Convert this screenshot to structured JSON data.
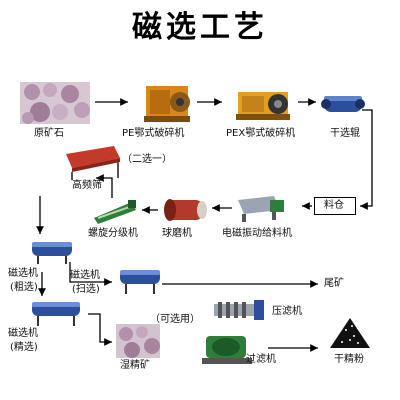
{
  "title": "磁选工艺",
  "nodes": {
    "raw_ore": "原矿石",
    "pe_crusher": "PE鄂式破碎机",
    "pex_crusher": "PEX鄂式破碎机",
    "dry_separator": "干选辊",
    "silo": "料仓",
    "feeder": "电磁振动给料机",
    "ball_mill": "球磨机",
    "spiral_classifier": "螺旋分级机",
    "screen_option": "（二选一）",
    "hf_screen": "高频筛",
    "mag_rough_1": "磁选机",
    "mag_rough_2": "(粗选)",
    "mag_scav_1": "磁选机",
    "mag_scav_2": "(扫选)",
    "tailings": "尾矿",
    "mag_fine_1": "磁选机",
    "mag_fine_2": "(精选)",
    "optional": "（可选用）",
    "filter_press": "压滤机",
    "wet_concentrate": "湿精矿",
    "vacuum_filter": "过滤机",
    "concentrate": "干精粉"
  },
  "colors": {
    "arrow": "#000000",
    "machine_blue": "#2b4f9c",
    "machine_orange": "#d9861c",
    "machine_green": "#2e7d3a",
    "ore_purple": "#b79ab0",
    "concentrate_black": "#111111"
  }
}
